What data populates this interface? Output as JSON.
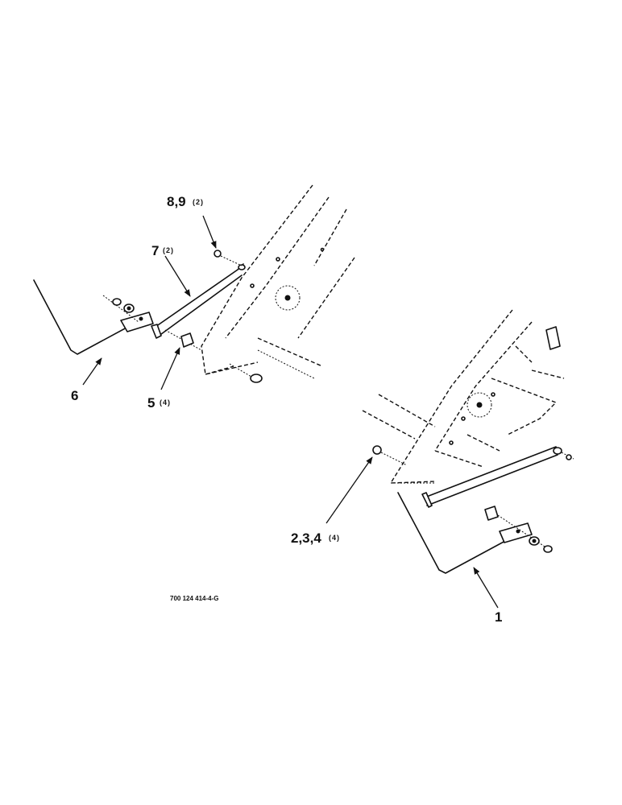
{
  "callouts": {
    "c89": {
      "number": "8,9",
      "qty": "(2)"
    },
    "c7": {
      "number": "7",
      "qty": "(2)"
    },
    "c6": {
      "number": "6",
      "qty": ""
    },
    "c5": {
      "number": "5",
      "qty": "(4)"
    },
    "c234": {
      "number": "2,3,4",
      "qty": "(4)"
    },
    "c1": {
      "number": "1",
      "qty": ""
    }
  },
  "figure_code": "700 124 414-4-G",
  "colors": {
    "ink": "#111111",
    "background": "#ffffff"
  }
}
